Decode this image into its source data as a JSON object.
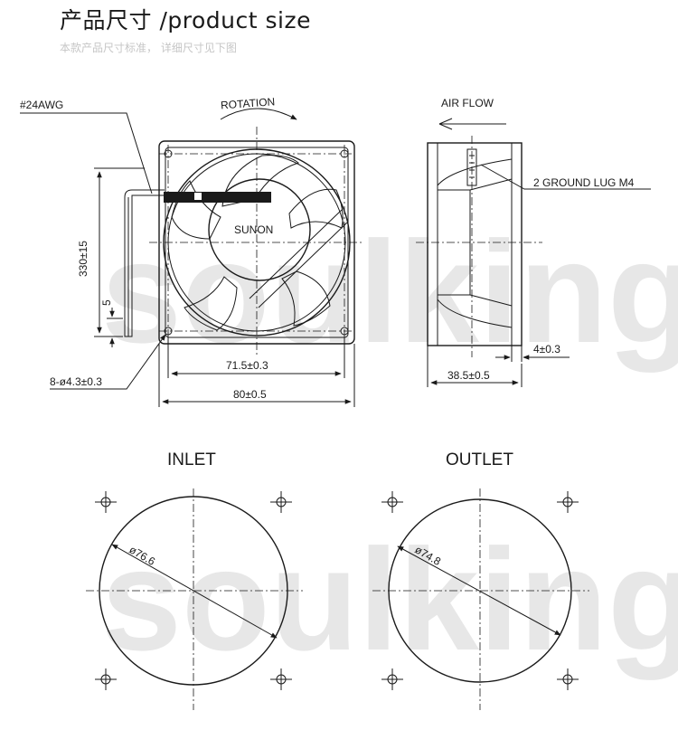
{
  "header": {
    "title": "产品尺寸 /product size",
    "subtitle": "本款产品尺寸标准， 详细尺寸见下图"
  },
  "watermark": "soulking",
  "front_view": {
    "wire_label": "#24AWG",
    "rotation_label": "ROTATION",
    "brand_label": "SUNON",
    "cable_length_label": "330±15",
    "strip_length_label": "5",
    "hole_label": "8-ø4.3±0.3",
    "hole_spacing_label": "71.5±0.3",
    "width_label": "80±0.5"
  },
  "side_view": {
    "airflow_label": "AIR FLOW",
    "ground_lug_label": "2 GROUND LUG M4",
    "flange_label": "4±0.3",
    "depth_label": "38.5±0.5"
  },
  "inlet": {
    "title": "INLET",
    "diameter_label": "ø76.6"
  },
  "outlet": {
    "title": "OUTLET",
    "diameter_label": "ø74.8"
  },
  "colors": {
    "line": "#1a1a1a",
    "watermark": "#d4d4d4",
    "subtitle": "#c6c6c6"
  }
}
